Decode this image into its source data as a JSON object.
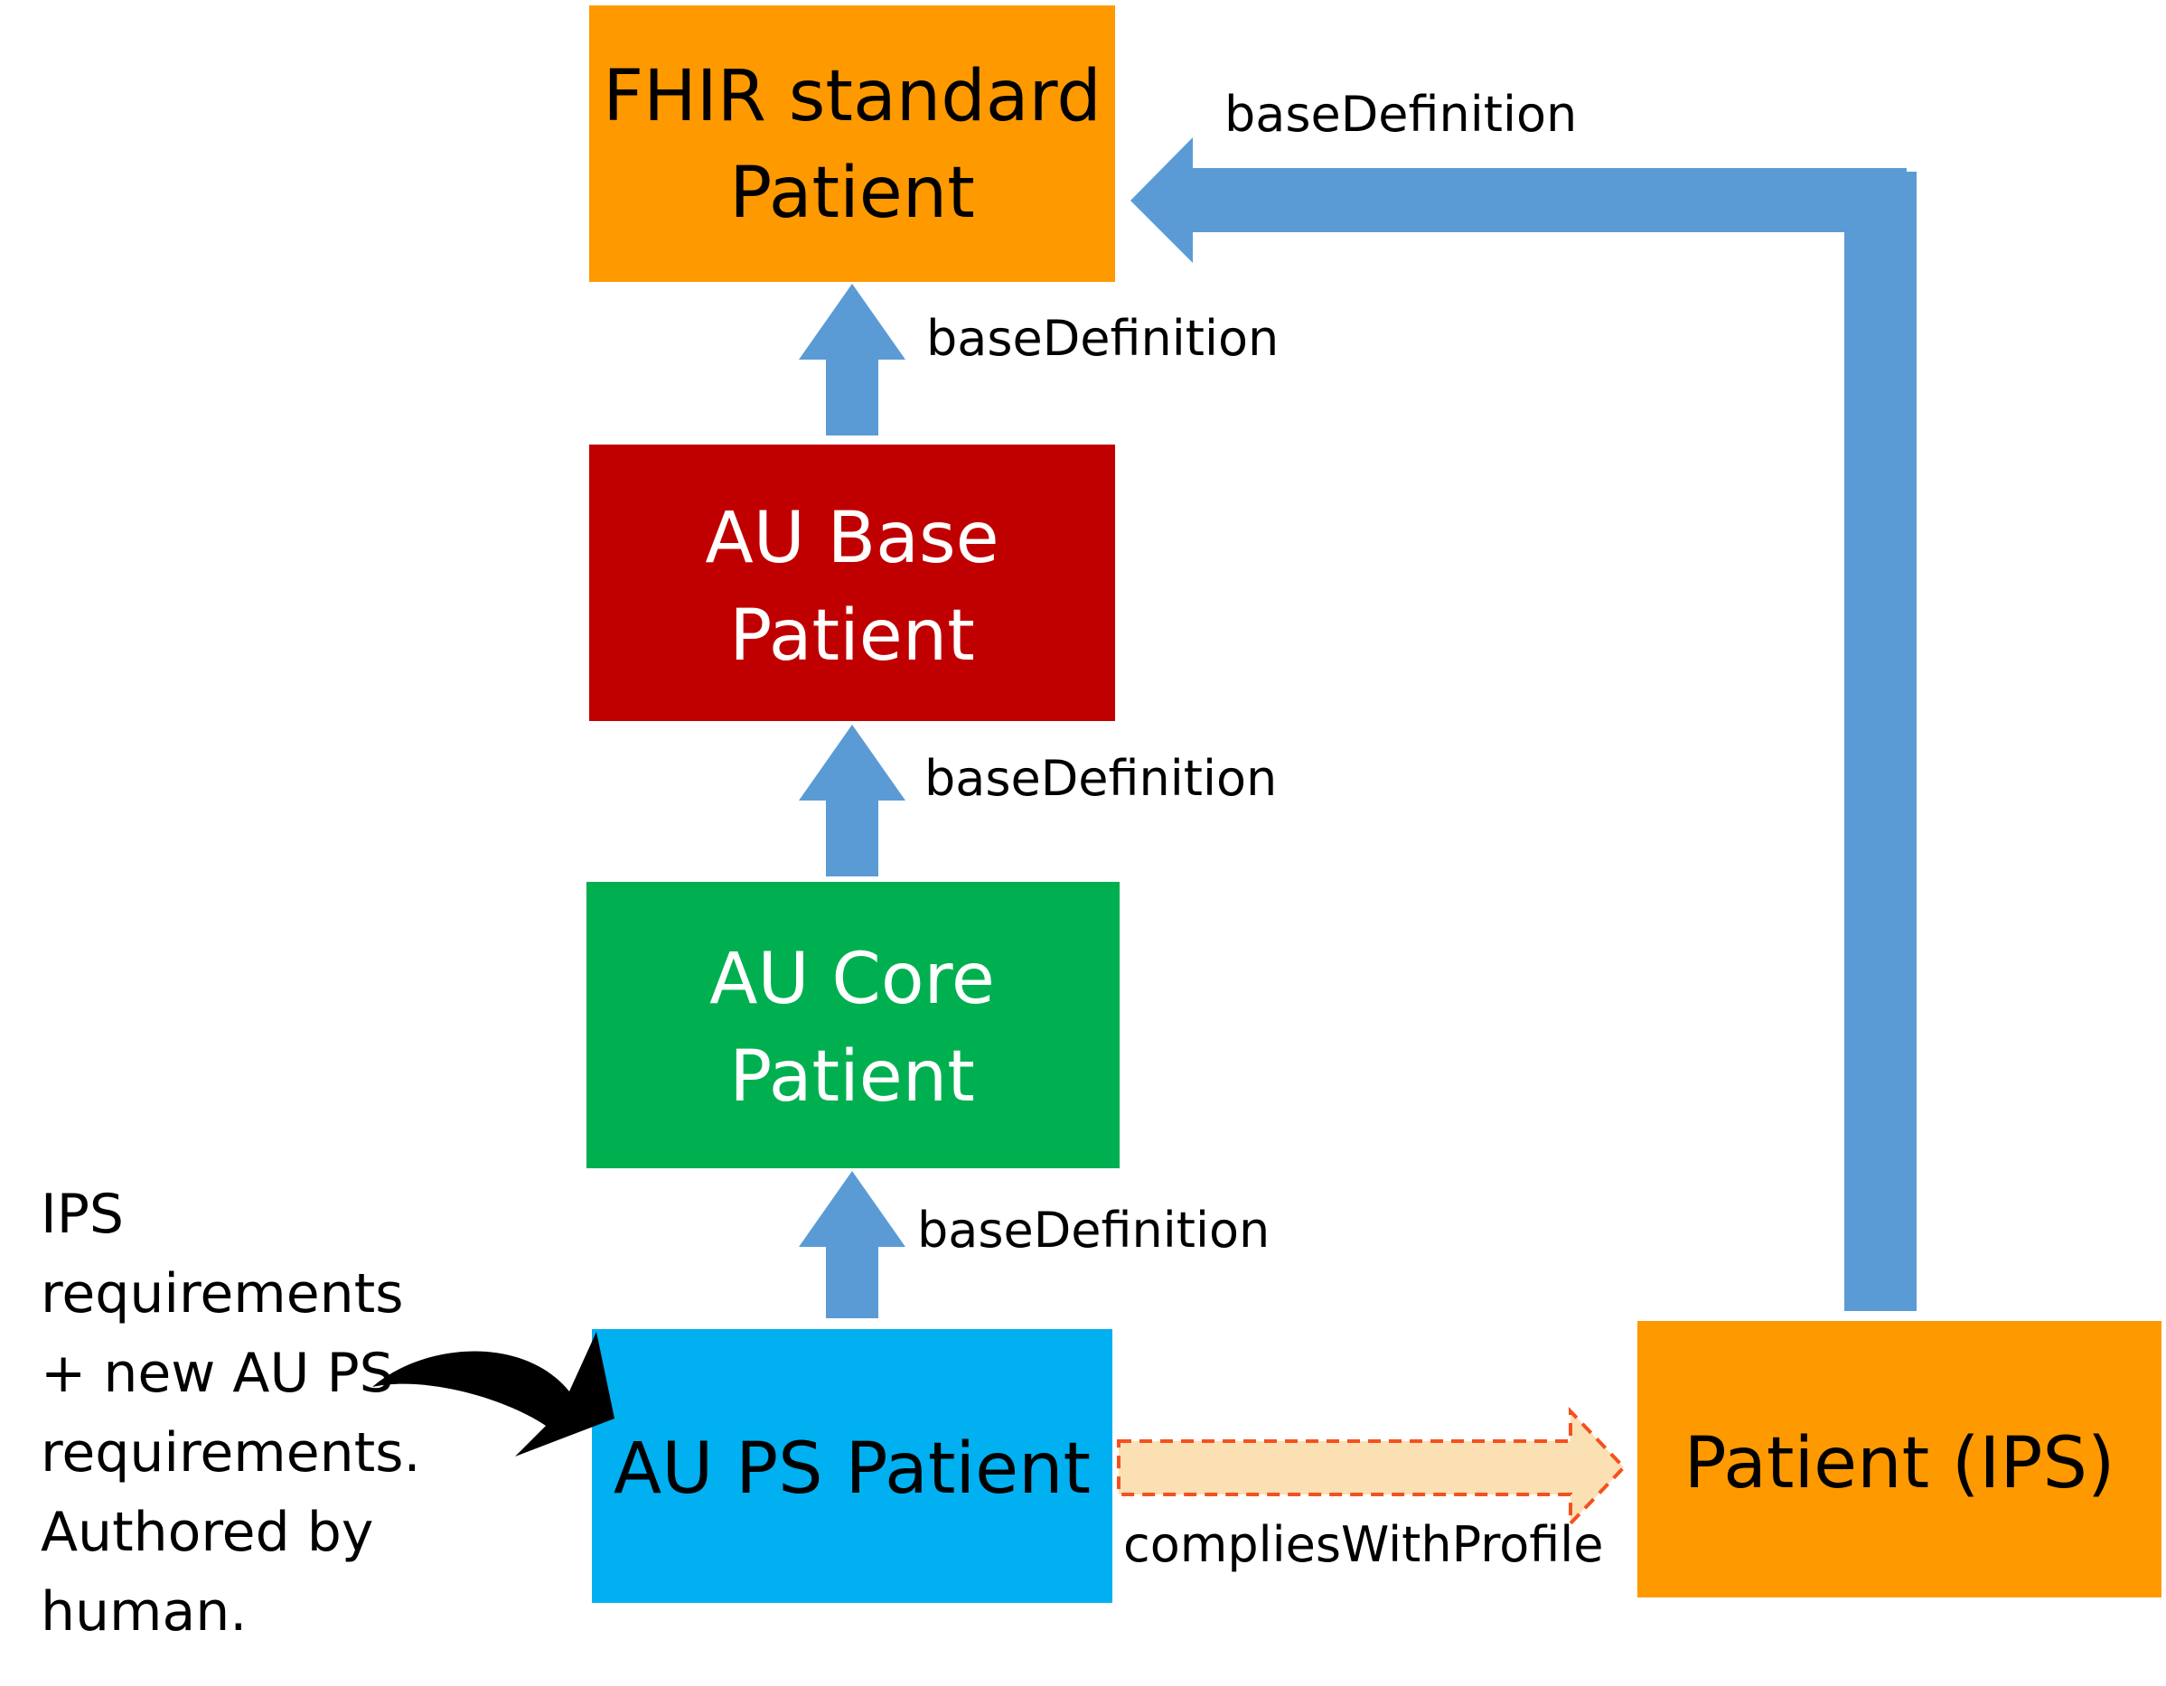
{
  "boxes": {
    "fhir_patient": {
      "line1": "FHIR standard",
      "line2": "Patient",
      "fill": "#FF9900",
      "text_color": "#000000"
    },
    "au_base_patient": {
      "line1": "AU Base",
      "line2": "Patient",
      "fill": "#C00000",
      "text_color": "#FFFFFF"
    },
    "au_core_patient": {
      "line1": "AU Core",
      "line2": "Patient",
      "fill": "#00B050",
      "text_color": "#FFFFFF"
    },
    "au_ps_patient": {
      "label": "AU PS Patient",
      "fill": "#00B0F0",
      "text_color": "#000000"
    },
    "ips_patient": {
      "label": "Patient (IPS)",
      "fill": "#FF9900",
      "text_color": "#000000"
    }
  },
  "edges": {
    "ips_to_fhir": "baseDefinition",
    "au_base_to_fhir": "baseDefinition",
    "au_core_to_au_base": "baseDefinition",
    "au_ps_to_au_core": "baseDefinition",
    "au_ps_to_ips": "compliesWithProfile"
  },
  "note": {
    "lines": [
      "IPS",
      "requirements",
      "+ new AU PS",
      "requirements.",
      "Authored by",
      "human."
    ]
  },
  "colors": {
    "arrow_blue": "#5B9BD5",
    "dashed_arrow_fill": "#FBE0B4",
    "dashed_arrow_stroke": "#F4511E",
    "curved_arrow": "#000000"
  }
}
